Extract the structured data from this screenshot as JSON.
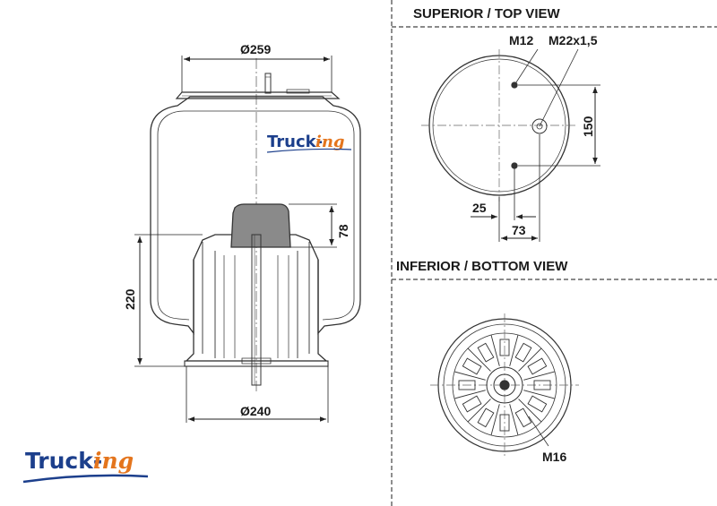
{
  "headers": {
    "top_view": "SUPERIOR / TOP VIEW",
    "bottom_view": "INFERIOR / BOTTOM VIEW"
  },
  "logo": {
    "main": "Truck-",
    "suffix": "ing"
  },
  "side_view": {
    "top_diameter": "Ø259",
    "bottom_diameter": "Ø240",
    "height_label": "220",
    "piston_label": "78"
  },
  "top_view": {
    "thread_small": "M12",
    "thread_large": "M22x1,5",
    "dim_vertical": "150",
    "dim_offset": "25",
    "dim_horizontal": "73"
  },
  "bottom_view": {
    "thread": "M16"
  },
  "colors": {
    "logo_blue": "#1c3f8c",
    "logo_orange": "#e4751d",
    "line": "#333333"
  }
}
